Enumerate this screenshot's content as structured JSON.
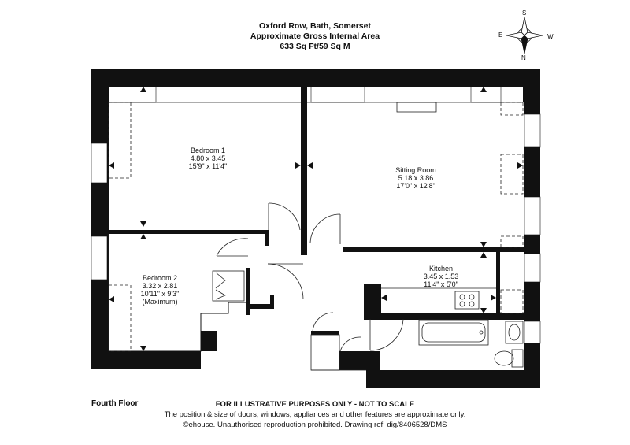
{
  "header": {
    "address": "Oxford Row, Bath, Somerset",
    "area_title": "Approximate Gross Internal Area",
    "area_value": "633 Sq Ft/59 Sq M"
  },
  "compass": {
    "north": "N",
    "south": "S",
    "east": "E",
    "west": "W"
  },
  "rooms": {
    "bedroom1": {
      "name": "Bedroom 1",
      "metric": "4.80 x 3.45",
      "imperial": "15'9\" x 11'4\""
    },
    "sitting_room": {
      "name": "Sitting Room",
      "metric": "5.18 x 3.86",
      "imperial": "17'0\" x 12'8\""
    },
    "kitchen": {
      "name": "Kitchen",
      "metric": "3.45 x 1.53",
      "imperial": "11'4\" x 5'0\""
    },
    "bedroom2": {
      "name": "Bedroom 2",
      "metric": "3.32 x 2.81",
      "imperial": "10'11\" x 9'3\"",
      "note": "(Maximum)"
    }
  },
  "footer": {
    "floor": "Fourth Floor",
    "disclaimer_title": "FOR ILLUSTRATIVE PURPOSES ONLY - NOT TO SCALE",
    "disclaimer_text": "The position & size of doors, windows, appliances and other features are approximate only.",
    "copyright": "©ehouse. Unauthorised reproduction prohibited. Drawing ref. dig/8406528/DMS"
  },
  "colors": {
    "wall": "#111111",
    "line": "#222222",
    "background": "#ffffff"
  }
}
